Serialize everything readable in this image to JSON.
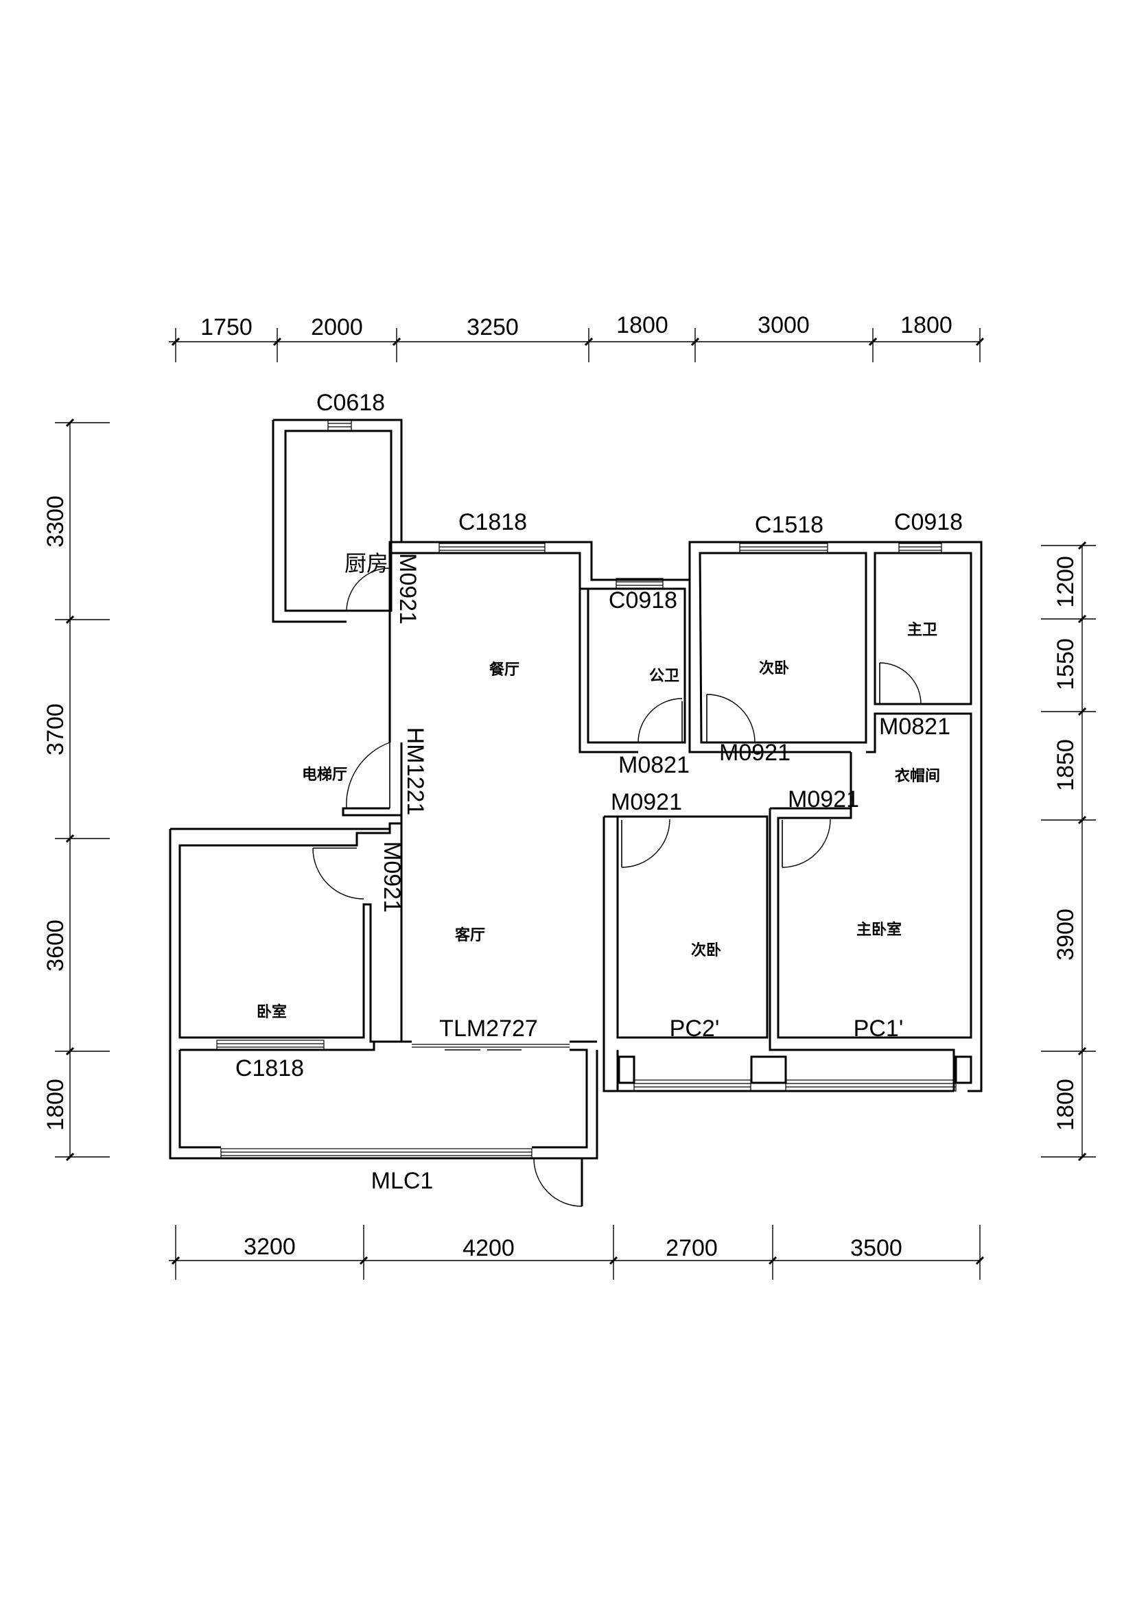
{
  "dimensions": {
    "top": [
      "1750",
      "2000",
      "3250",
      "1800",
      "3000",
      "1800"
    ],
    "bottom": [
      "3200",
      "4200",
      "2700",
      "3500"
    ],
    "left": [
      "3300",
      "3700",
      "3600",
      "1800"
    ],
    "right": [
      "1200",
      "1550",
      "1850",
      "3900",
      "1800"
    ]
  },
  "rooms": {
    "kitchen": "厨房",
    "dining": "餐厅",
    "public_bath": "公卫",
    "second_bed_top": "次卧",
    "master_bath": "主卫",
    "cloakroom": "衣帽间",
    "elevator_hall": "电梯厅",
    "living": "客厅",
    "second_bed_bottom": "次卧",
    "master_bed": "主卧室",
    "bedroom": "卧室"
  },
  "openings": {
    "c0618": "C0618",
    "c1818_top": "C1818",
    "c1518": "C1518",
    "c0918_top": "C0918",
    "c0918_bath": "C0918",
    "m0921_kitchen": "M0921",
    "m0821_bath": "M0821",
    "m0921_bed2": "M0921",
    "m0821_master": "M0821",
    "hm1221": "HM1221",
    "m0921_bed3": "M0921",
    "m0921_master": "M0921",
    "m0921_bedroom": "M0921",
    "tlm2727": "TLM2727",
    "pc2": "PC2'",
    "pc1": "PC1'",
    "c1818_bottom": "C1818",
    "mlc1": "MLC1"
  }
}
